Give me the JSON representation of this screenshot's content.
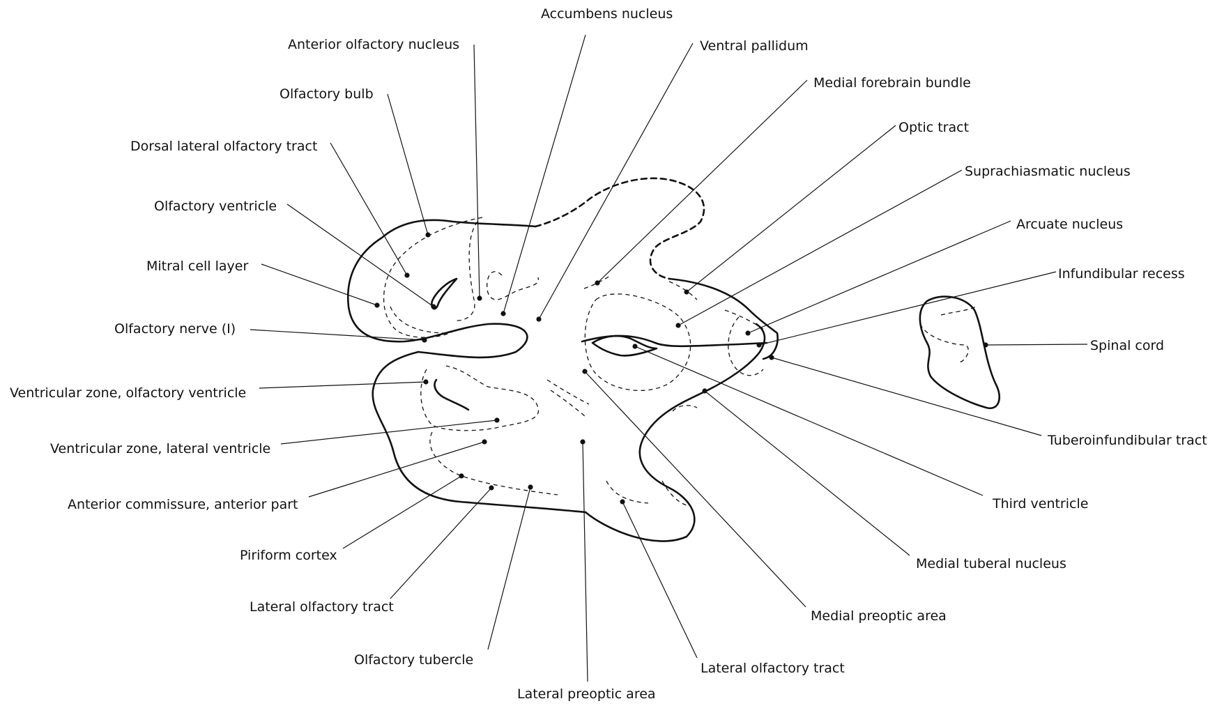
{
  "labels": {
    "accumbens_nucleus": "Accumbens nucleus",
    "anterior_olfactory_nucleus": "Anterior olfactory nucleus",
    "ventral_pallidum": "Ventral pallidum",
    "medial_forebrain_bundle": "Medial forebrain bundle",
    "olfactory_bulb": "Olfactory bulb",
    "optic_tract": "Optic tract",
    "dorsal_lateral_olfactory_tract": "Dorsal lateral olfactory tract",
    "suprachiasmatic_nucleus": "Suprachiasmatic nucleus",
    "olfactory_ventricle": "Olfactory ventricle",
    "arcuate_nucleus": "Arcuate nucleus",
    "mitral_cell_layer": "Mitral cell layer",
    "infundibular_recess": "Infundibular recess",
    "olfactory_nerve": "Olfactory nerve (I)",
    "spinal_cord": "Spinal cord",
    "ventricular_zone_olfactory_ventricle": "Ventricular zone, olfactory ventricle",
    "tuberoinfundibular_tract": "Tuberoinfundibular tract",
    "ventricular_zone_lateral_ventricle": "Ventricular zone, lateral ventricle",
    "anterior_commissure_anterior_part": "Anterior commissure, anterior part",
    "third_ventricle": "Third ventricle",
    "piriform_cortex": "Piriform cortex",
    "medial_tuberal_nucleus": "Medial tuberal nucleus",
    "lateral_olfactory_tract_left": "Lateral olfactory tract",
    "medial_preoptic_area": "Medial preoptic area",
    "olfactory_tubercle": "Olfactory tubercle",
    "lateral_olfactory_tract_right": "Lateral olfactory tract",
    "lateral_preoptic_area": "Lateral preoptic area"
  }
}
